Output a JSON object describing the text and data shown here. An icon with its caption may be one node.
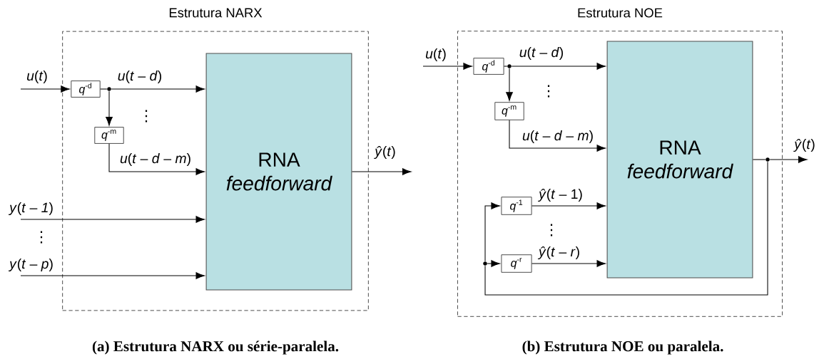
{
  "diagram": {
    "nodes": [
      {
        "text": [
          "Estrutura NARX"
        ]
      },
      {
        "text": [
          "*q*$^{-d}$"
        ],
        "in": 0
      },
      {
        "text": [
          "*q*$^{-m}$"
        ],
        "in": 0
      },
      {
        "text": [
          "RNA",
          "feedforward"
        ],
        "in": 0
      },
      {
        "text": [],
        "shape": "circle",
        "in": 0
      },
      {
        "text": [
          "Estrutura NOE"
        ]
      },
      {
        "text": [
          "*q*$^{-d}$"
        ],
        "in": 5
      },
      {
        "text": [
          "*q*$^{-m}$"
        ],
        "in": 5
      },
      {
        "text": [
          "RNA",
          "feedforward"
        ],
        "in": 5
      },
      {
        "text": [],
        "shape": "circle",
        "in": 5
      },
      {
        "text": [
          "*q*$^{-1}$"
        ],
        "in": 5
      },
      {
        "text": [
          "*q*$^{-r}$"
        ],
        "in": 5
      },
      {
        "text": [],
        "shape": "circle",
        "in": 5
      },
      {
        "text": [],
        "shape": "circle",
        "in": 5
      }
    ],
    "edges": [
      {
        "from": null,
        "to": 1,
        "arrow": "to",
        "label": "*u*(*t*)"
      },
      {
        "from": 1,
        "to": 4,
        "arrow": "none"
      },
      {
        "from": 4,
        "to": 3,
        "arrow": "to",
        "label": "*u*(*t* – *d*)"
      },
      {
        "from": 4,
        "to": 2,
        "arrow": "to"
      },
      {
        "from": 2,
        "to": 3,
        "arrow": "to",
        "label": "*u*(*t* – *d* – *m*)"
      },
      {
        "from": null,
        "to": 3,
        "arrow": "to",
        "label": "*y*(*t* – *1*)"
      },
      {
        "from": null,
        "to": 3,
        "arrow": "to",
        "label": "*y*(*t* – *p*)"
      },
      {
        "from": 3,
        "to": null,
        "arrow": "to",
        "label": "*ŷ*(*t*)"
      },
      {
        "from": null,
        "to": 6,
        "arrow": "to",
        "label": "*u*(*t*)"
      },
      {
        "from": 6,
        "to": 9,
        "arrow": "none"
      },
      {
        "from": 9,
        "to": 8,
        "arrow": "to",
        "label": "*u*(*t* – *d*)"
      },
      {
        "from": 9,
        "to": 7,
        "arrow": "to"
      },
      {
        "from": 7,
        "to": 8,
        "arrow": "to",
        "label": "*u*(*t* – *d* – *m*)"
      },
      {
        "from": 10,
        "to": 8,
        "arrow": "to",
        "label": "*ŷ*(*t* – 1)"
      },
      {
        "from": 11,
        "to": 8,
        "arrow": "to",
        "label": "*ŷ*(*t* – *r*)"
      },
      {
        "from": 8,
        "to": 12,
        "arrow": "none"
      },
      {
        "from": 12,
        "to": null,
        "arrow": "to",
        "label": "*ŷ*(*t*)"
      },
      {
        "from": 12,
        "to": 13,
        "arrow": "none"
      },
      {
        "from": 13,
        "to": 11,
        "arrow": "to"
      },
      {
        "from": 13,
        "to": 10,
        "arrow": "to"
      }
    ],
    "labels": [
      "⋮",
      "⋮",
      "⋮",
      "⋮",
      "(a) Estrutura NARX ou série-paralela.",
      "(b) Estrutura NOE ou paralela."
    ]
  }
}
